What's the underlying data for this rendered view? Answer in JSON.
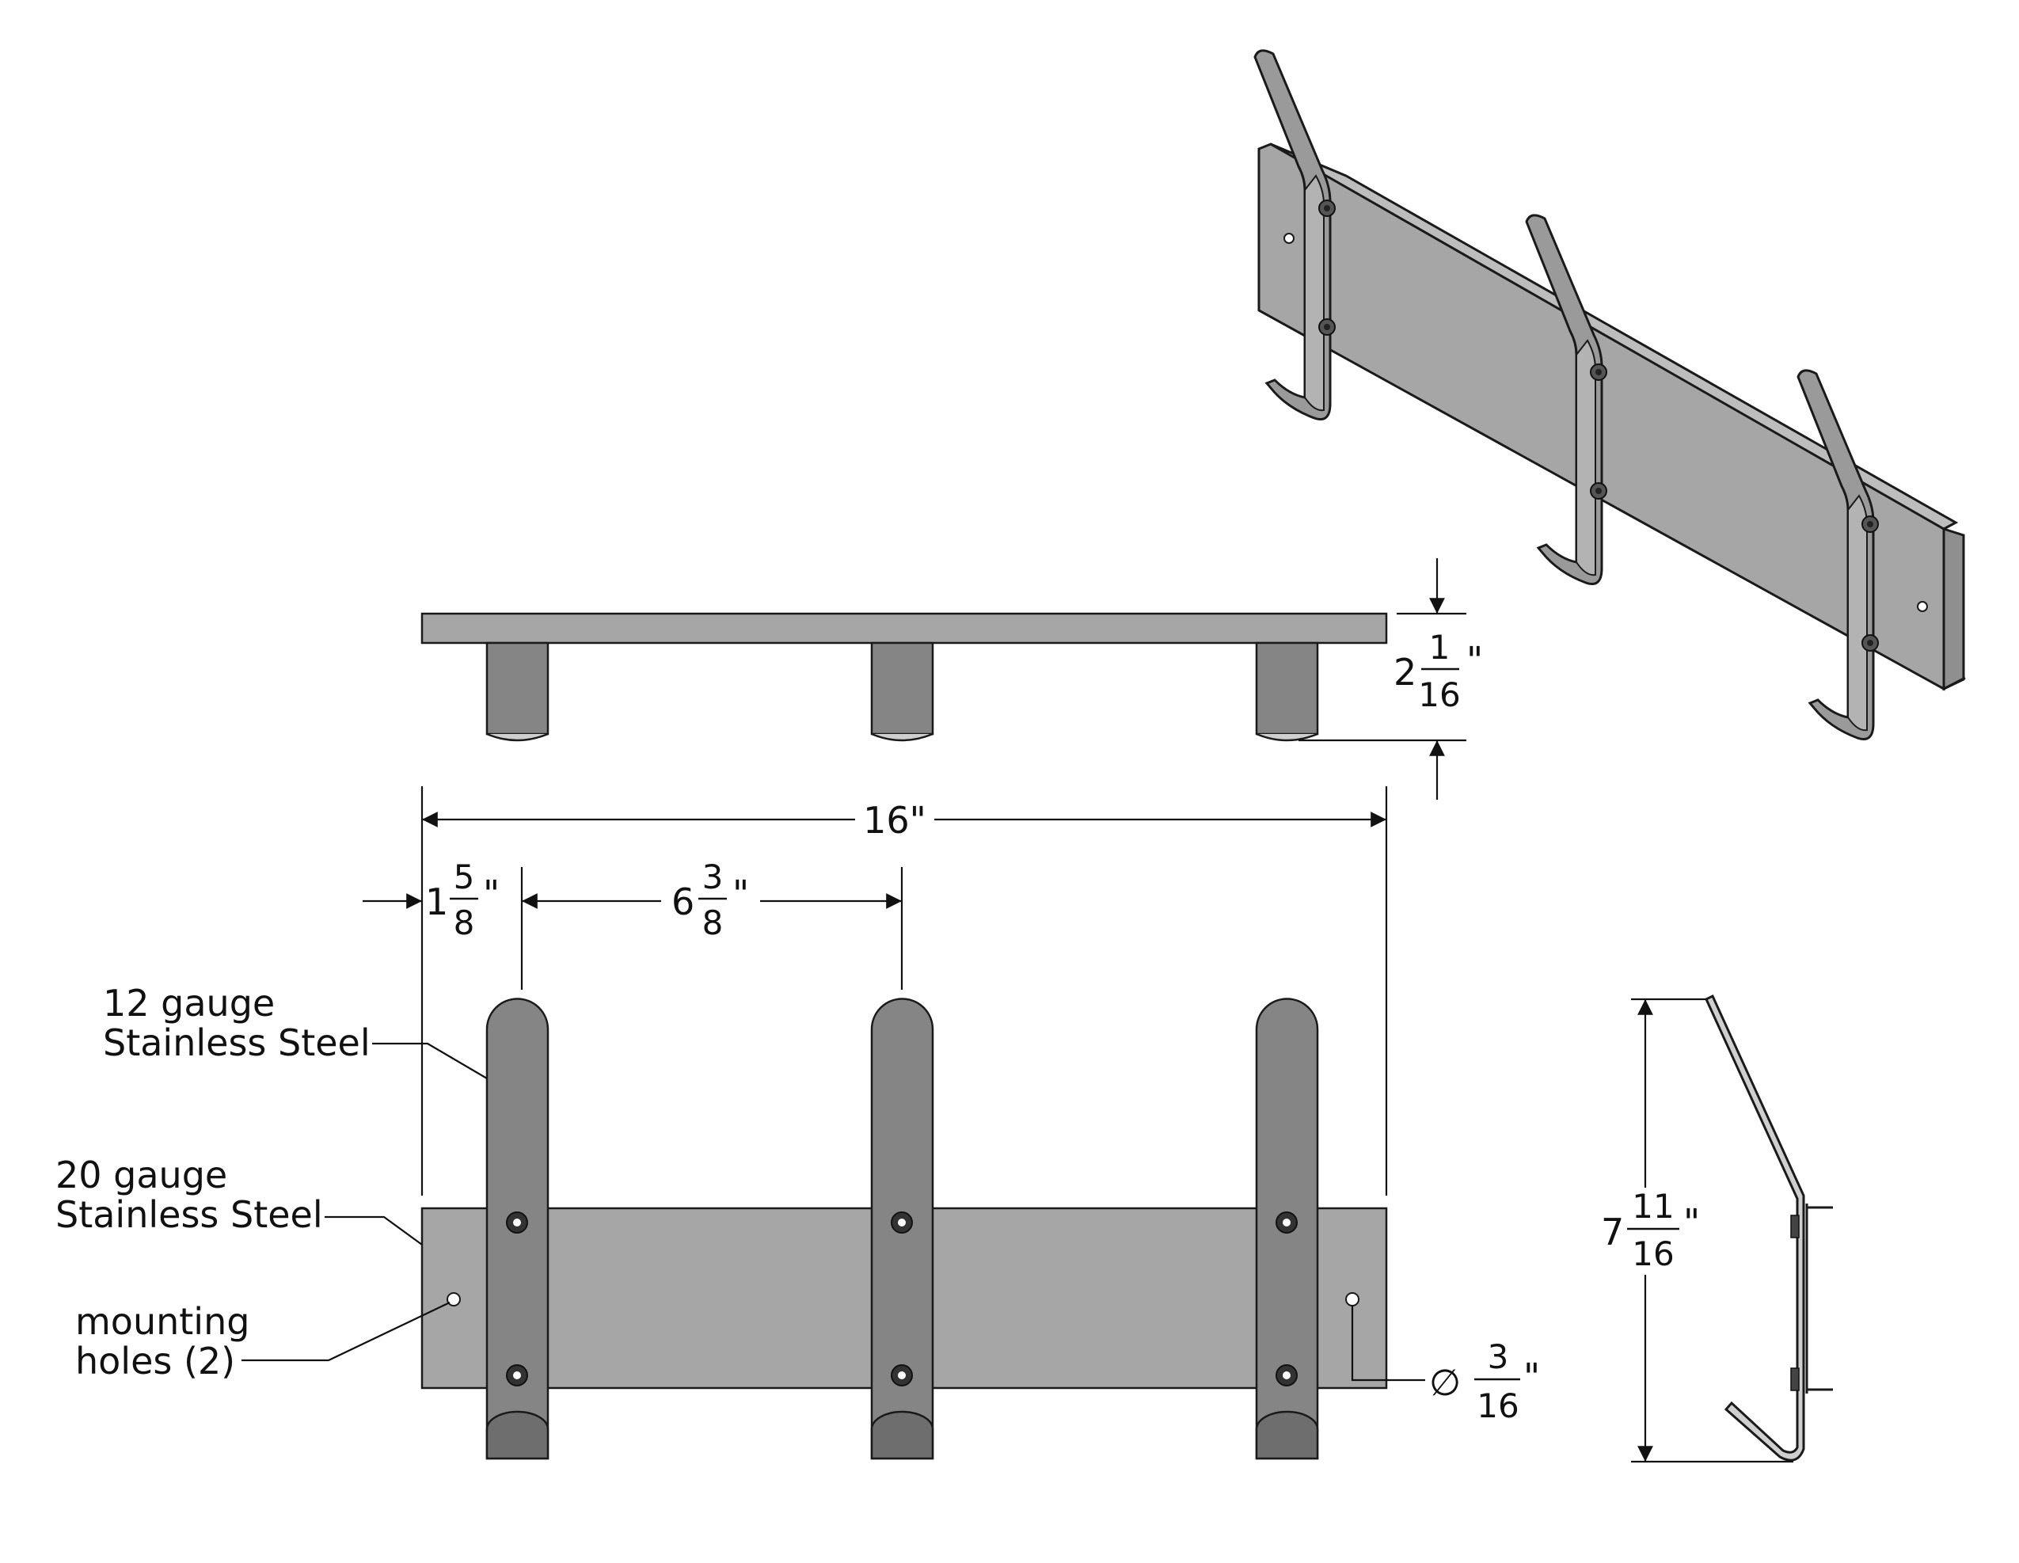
{
  "drawing": {
    "callouts": {
      "hook_material": [
        "12 gauge",
        "Stainless Steel"
      ],
      "rail_material": [
        "20 gauge",
        "Stainless Steel"
      ],
      "holes": [
        "mounting",
        "holes (2)"
      ]
    },
    "dimensions": {
      "overall_width": "16\"",
      "edge_offset": {
        "whole": "1",
        "num": "5",
        "den": "8",
        "unit": "\""
      },
      "hook_spacing": {
        "whole": "6",
        "num": "3",
        "den": "8",
        "unit": "\""
      },
      "projection": {
        "whole": "2",
        "num": "1",
        "den": "16",
        "unit": "\""
      },
      "height": {
        "whole": "7",
        "num": "11",
        "den": "16",
        "unit": "\""
      },
      "hole_dia": {
        "symbol": "∅",
        "num": "3",
        "den": "16",
        "unit": "\""
      }
    },
    "colors": {
      "rail": "#a6a6a6",
      "hook": "#858585",
      "hook_tip": "#6e6e6e",
      "line": "#111111"
    }
  }
}
